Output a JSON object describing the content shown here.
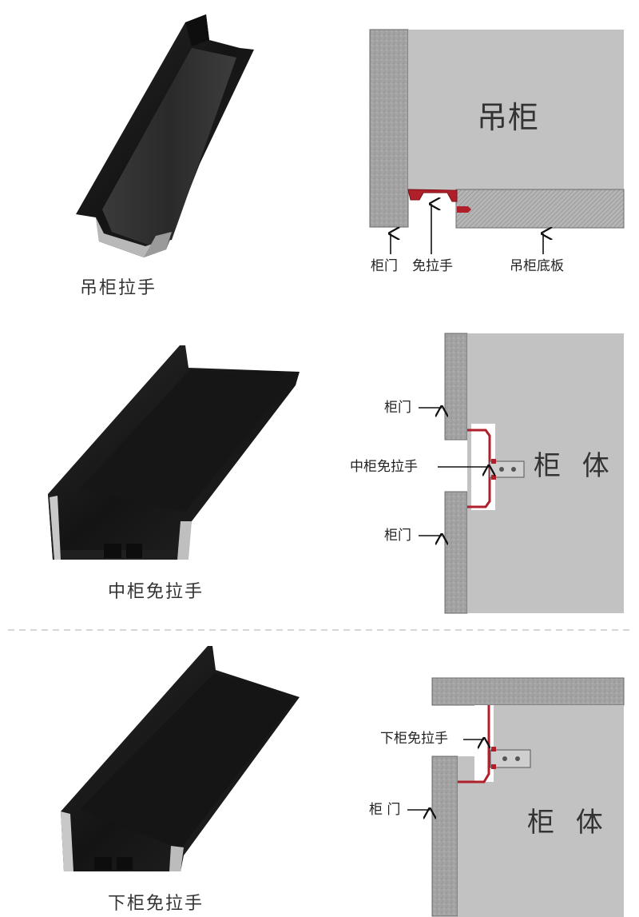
{
  "section1": {
    "product_caption": "吊柜拉手",
    "diagram": {
      "cabinet_label": "吊柜",
      "door_label": "柜门",
      "handle_label": "免拉手",
      "bottom_board_label": "吊柜底板"
    }
  },
  "section2": {
    "product_caption": "中柜免拉手",
    "diagram": {
      "door_top_label": "柜门",
      "handle_label": "中柜免拉手",
      "door_bottom_label": "柜门",
      "body_label": "柜 体"
    }
  },
  "section3": {
    "product_caption": "下柜免拉手",
    "diagram": {
      "handle_label": "下柜免拉手",
      "door_label": "柜 门",
      "body_label": "柜 体"
    }
  },
  "colors": {
    "wall_gray": "#a9a9a9",
    "panel_gray": "#c4c4c4",
    "profile_red": "#b0202a",
    "profile_black": "#1b1b1b",
    "arrow_black": "#111111",
    "divider": "#c8c8c8"
  }
}
